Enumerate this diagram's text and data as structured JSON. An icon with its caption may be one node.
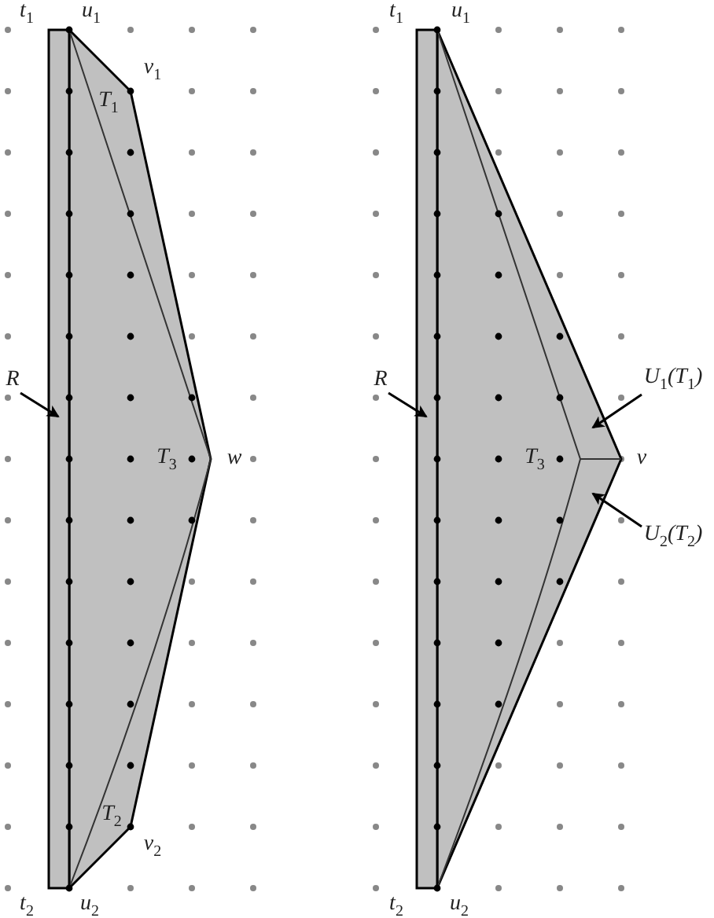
{
  "diagram": {
    "nodes": [
      {
        "text": [
          "R"
        ]
      },
      {
        "text": [
          "R"
        ]
      },
      {
        "text": [
          "U$_{1}$(T$_{1}$)"
        ]
      },
      {
        "text": [
          "U$_{2}$(T$_{2}$)"
        ]
      }
    ],
    "edges": [
      {
        "from": 0,
        "to": null,
        "arrow": "to"
      },
      {
        "from": 1,
        "to": null,
        "arrow": "to"
      },
      {
        "from": 2,
        "to": null,
        "arrow": "to"
      },
      {
        "from": 3,
        "to": null,
        "arrow": "to"
      }
    ],
    "labels": [
      "t$_{1}$",
      "u$_{1}$",
      "t$_{1}$",
      "u$_{1}$",
      "v$_{1}$",
      "T$_{1}$",
      "T$_{3}$",
      "w",
      "T$_{3}$",
      "v",
      "T$_{2}$",
      "v$_{2}$",
      "t$_{2}$",
      "u$_{2}$",
      "t$_{2}$",
      "u$_{2}$"
    ]
  }
}
